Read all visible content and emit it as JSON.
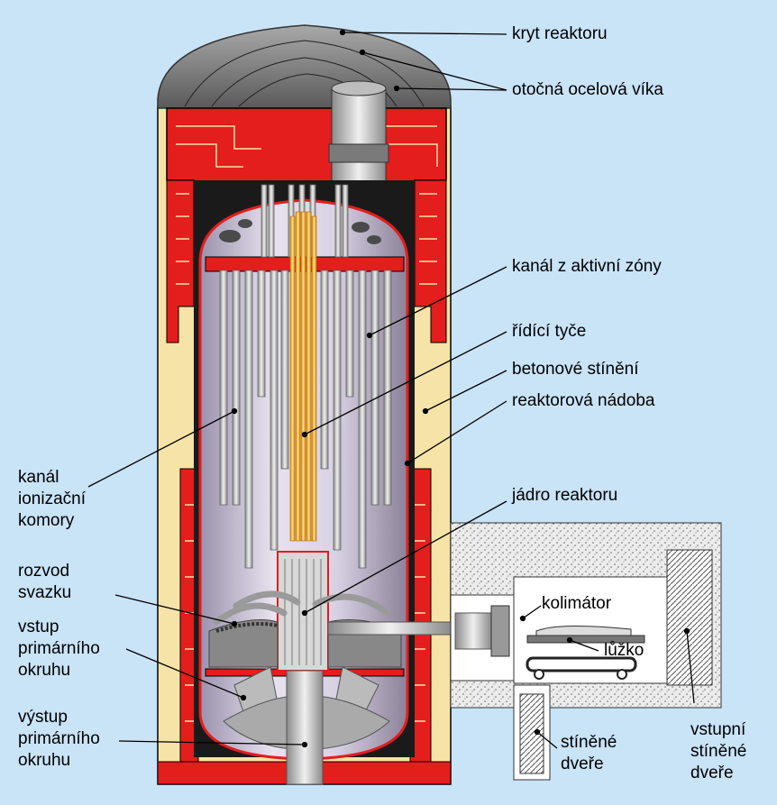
{
  "labels": {
    "kryt_reaktoru": "kryt reaktoru",
    "otocna_ocelova_vika": "otočná ocelová víka",
    "kanal_z_aktivni_zony": "kanál z aktivní zóny",
    "ridici_tyce": "řídící tyče",
    "betonove_stineni": "betonové stínění",
    "reaktorova_nadoba": "reaktorová nádoba",
    "kanal_ionizacni_komory": [
      "kanál",
      "ionizační",
      "komory"
    ],
    "jadro_reaktoru": "jádro reaktoru",
    "rozvod_svazku": [
      "rozvod",
      "svazku"
    ],
    "kolimator": "kolimátor",
    "luzko": "lůžko",
    "vstup_primarniho_okruhu": [
      "vstup",
      "primárního",
      "okruhu"
    ],
    "vystup_primarniho_okruhu": [
      "výstup",
      "primárního",
      "okruhu"
    ],
    "stinene_dvere": [
      "stíněné",
      "dveře"
    ],
    "vstupni_stinene_dvere": [
      "vstupní",
      "stíněné",
      "dveře"
    ]
  },
  "colors": {
    "background": "#c9e3f7",
    "concrete": "#f6e3a8",
    "shield_red": "#e41d1d",
    "vessel_interior": "#c8c0d8",
    "fuel_rods": "#f5b73a",
    "dome": "#7d7d7d",
    "leader_line": "#000000"
  }
}
